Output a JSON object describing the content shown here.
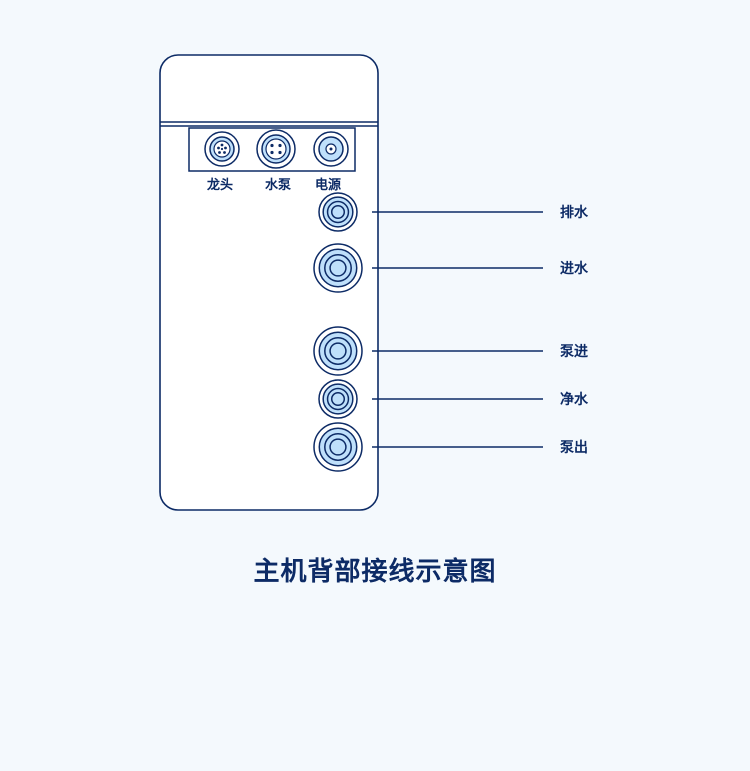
{
  "title": "主机背部接线示意图",
  "colors": {
    "line": "#0d2b66",
    "port_fill": "#bfe0fb",
    "panel_fill": "#ffffff",
    "background": "#f4f9fd"
  },
  "top_connectors": [
    {
      "label": "龙头",
      "icon": "faucet-connector-icon"
    },
    {
      "label": "水泵",
      "icon": "pump-connector-icon"
    },
    {
      "label": "电源",
      "icon": "power-socket-icon"
    }
  ],
  "side_ports": [
    {
      "label": "排水",
      "icon": "drain-port-icon"
    },
    {
      "label": "进水",
      "icon": "water-inlet-port-icon"
    },
    {
      "label": "泵进",
      "icon": "pump-inlet-port-icon"
    },
    {
      "label": "净水",
      "icon": "purified-water-port-icon"
    },
    {
      "label": "泵出",
      "icon": "pump-outlet-port-icon"
    }
  ]
}
